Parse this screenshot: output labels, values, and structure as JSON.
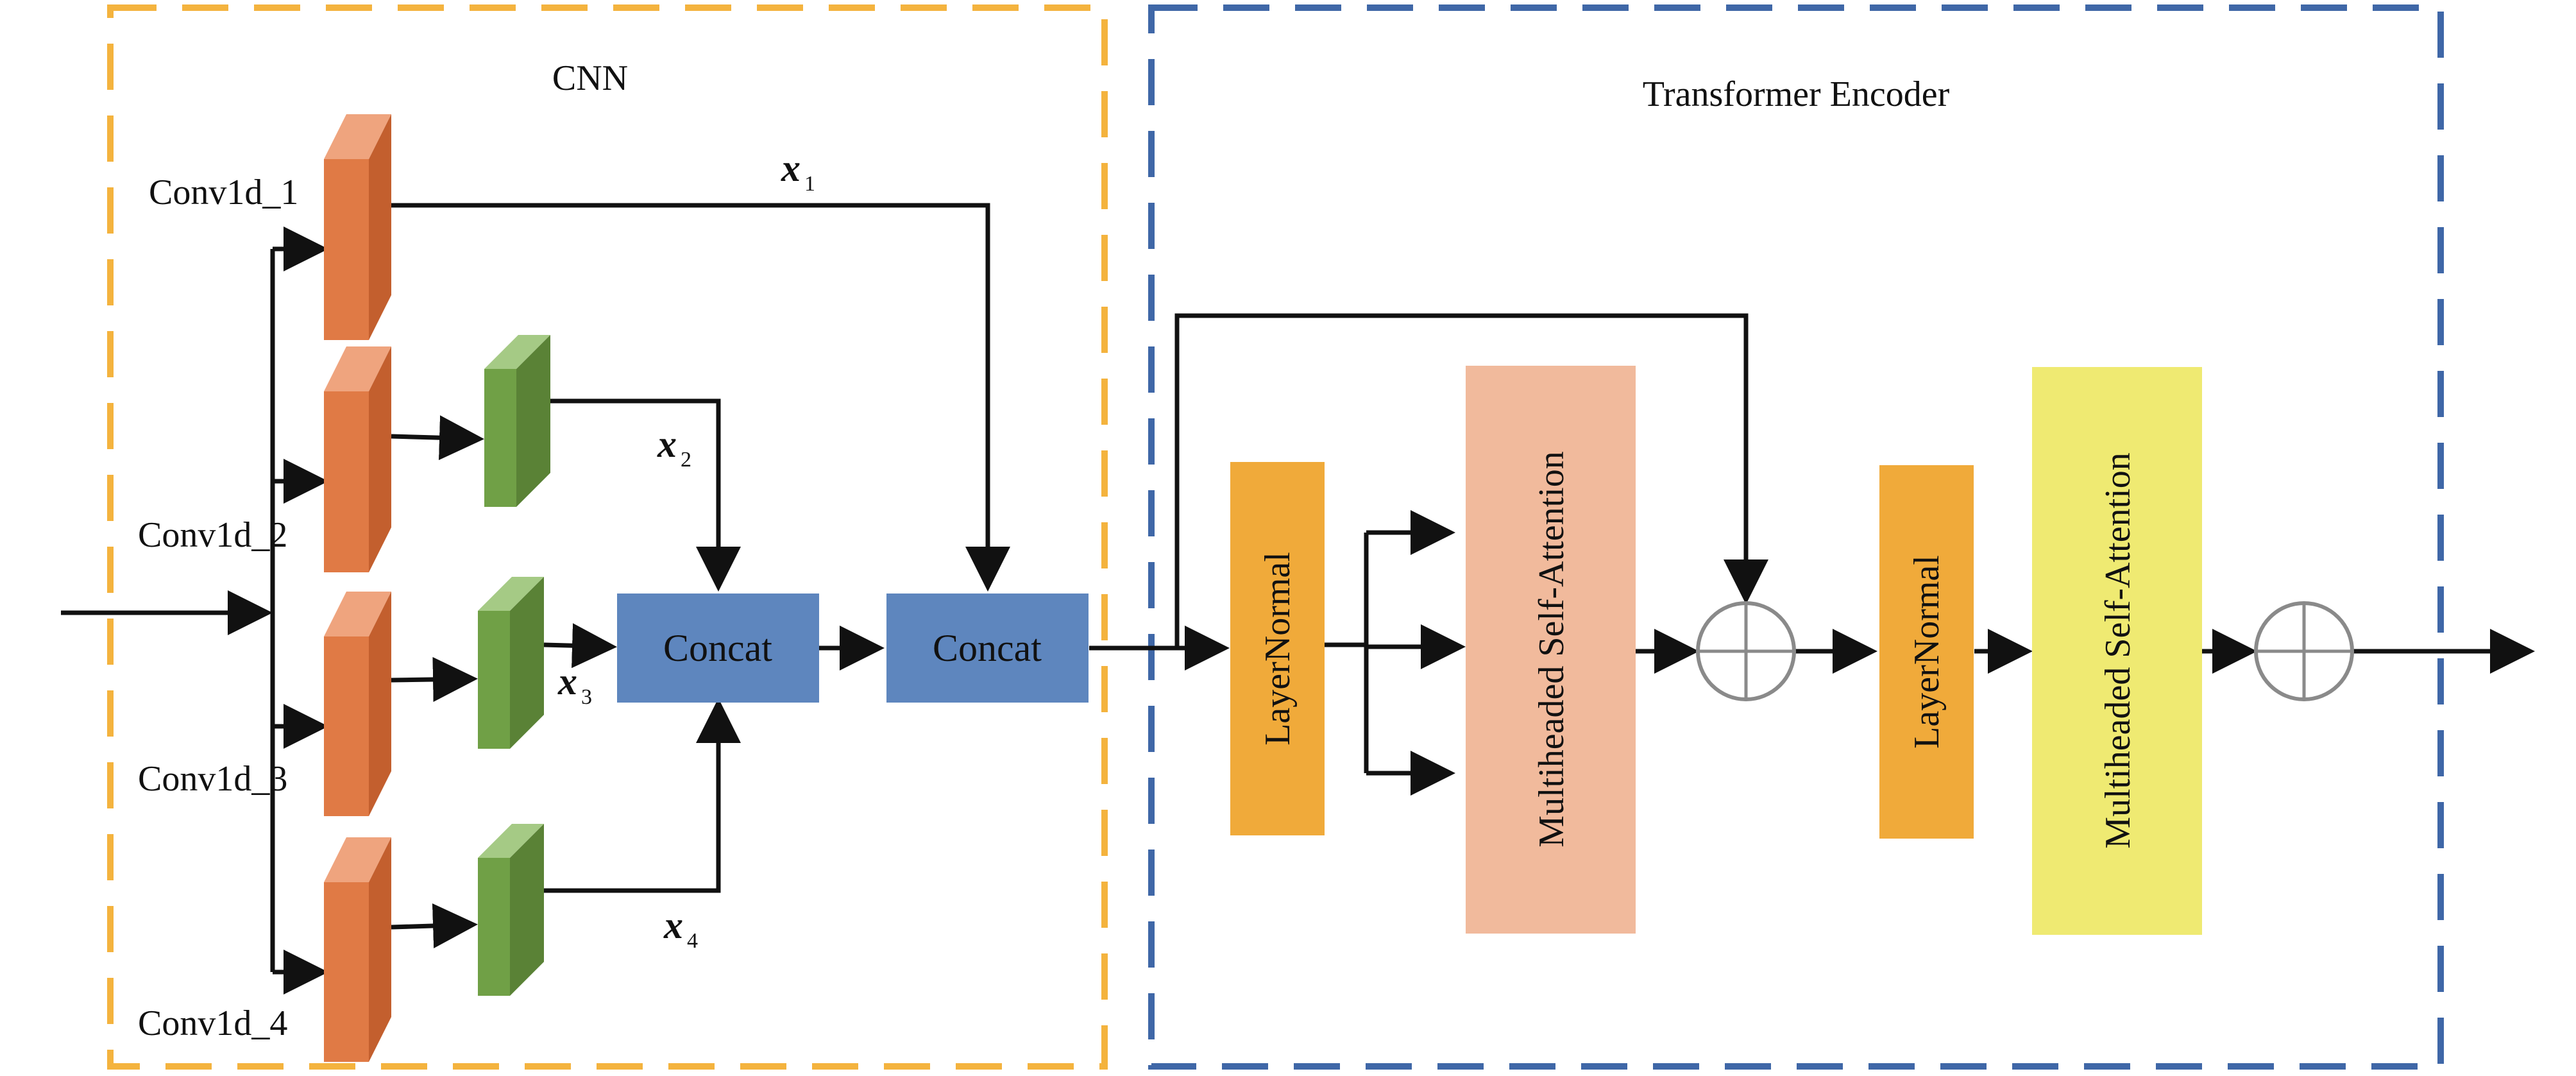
{
  "sections": {
    "cnn": "CNN",
    "transformer": "Transformer Encoder"
  },
  "conv_labels": [
    "Conv1d_1",
    "Conv1d_2",
    "Conv1d_3",
    "Conv1d_4"
  ],
  "variables": [
    {
      "base": "x",
      "sub": "1"
    },
    {
      "base": "x",
      "sub": "2"
    },
    {
      "base": "x",
      "sub": "3"
    },
    {
      "base": "x",
      "sub": "4"
    }
  ],
  "blocks": {
    "concat_1": "Concat",
    "concat_2": "Concat",
    "layernorm_1": "LayerNormal",
    "attention_1": "Multiheaded Self-Attention",
    "layernorm_2": "LayerNormal",
    "attention_2": "Multiheaded Self-Attention"
  },
  "colors": {
    "cnn_border": "#F4B33E",
    "transformer_border": "#3F67A7",
    "conv_block": "#E07A45",
    "pool_block": "#70A046",
    "concat": "#5E86BE",
    "layernorm": "#F0AA3A",
    "attention_1": "#F1BA9C",
    "attention_2": "#EFEA72",
    "add_circle": "#8A8A8A",
    "arrow": "#111111"
  },
  "icons": [
    "add-circle-icon",
    "arrow-icon"
  ]
}
